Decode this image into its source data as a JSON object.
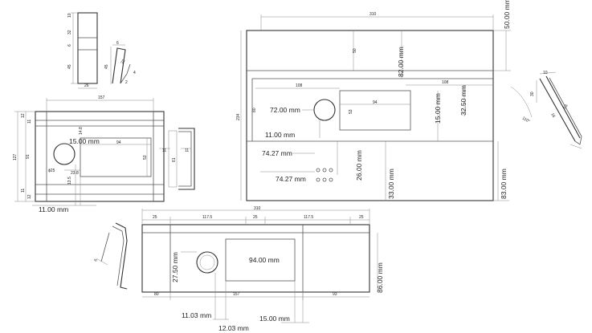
{
  "view_a": {
    "d_10": "10",
    "d_32": "32",
    "d_6": "6",
    "d_45": "45",
    "d_26": "26"
  },
  "view_b": {
    "d_6": "6",
    "d_45": "45",
    "d_22": "22",
    "d_2": "2",
    "d_4": "4"
  },
  "view_c": {
    "d_157": "157",
    "d_12": "12",
    "d_11": "11",
    "d_127": "127",
    "d_91": "91",
    "d_14_8": "14.8",
    "d_94": "94",
    "d_53": "53",
    "d_phi25": "ϕ25",
    "d_23_8": "23.8",
    "d_13_5": "13.5",
    "d_11b": "11",
    "d_12b": "12",
    "m_15": "15.00 mm",
    "m_11": "11.00 mm"
  },
  "view_d": {
    "d_11": "11",
    "d_61": "61"
  },
  "view_e": {
    "d_310": "310",
    "d_234": "234",
    "d_50": "50",
    "d_108a": "108",
    "d_108b": "108",
    "d_80": "80",
    "d_94": "94",
    "d_53": "53",
    "m_50": "50.00 mm",
    "m_82": "82.00 mm",
    "m_72": "72.00 mm",
    "m_11": "11.00 mm",
    "m_15": "15.00 mm",
    "m_32_5": "32.50 mm",
    "m_74a": "74.27 mm",
    "m_74b": "74.27 mm",
    "m_26": "26.00 mm",
    "m_33": "33.00 mm",
    "m_83": "83.00 mm"
  },
  "view_f": {
    "d_10": "10",
    "d_30": "30",
    "d_110": "110°",
    "d_16": "16",
    "d_53": "53"
  },
  "view_g": {
    "d_6": "6"
  },
  "view_h": {
    "d_310": "310",
    "d_25a": "25",
    "d_117a": "117.5",
    "d_25b": "25",
    "d_117b": "117.5",
    "d_25c": "25",
    "d_80": "80",
    "d_157": "157",
    "d_93": "93",
    "m_27_5": "27.50 mm",
    "m_94": "94.00 mm",
    "m_86": "86.00 mm",
    "m_11_03": "11.03 mm",
    "m_12_03": "12.03 mm",
    "m_15": "15.00 mm"
  }
}
